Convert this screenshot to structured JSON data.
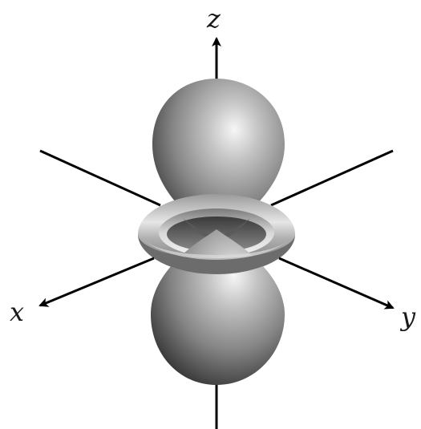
{
  "axes": {
    "z_label": "z",
    "x_label": "x",
    "y_label": "y"
  },
  "colors": {
    "background": "#ffffff",
    "axis_line": "#000000",
    "lobe_highlight": "#f4f4f4",
    "lobe_mid": "#8c8c8c",
    "lobe_shadow": "#2e2e2e",
    "torus_light": "#eeeeee",
    "torus_dark": "#4a4a4a"
  }
}
